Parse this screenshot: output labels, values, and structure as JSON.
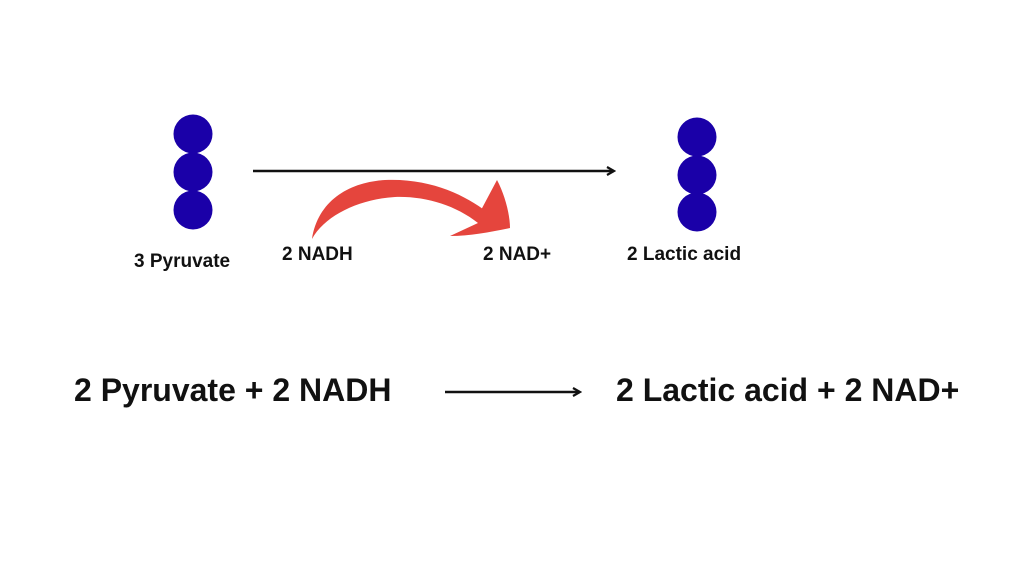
{
  "colors": {
    "molecule": "#1a00a8",
    "arrow": "#111111",
    "cofactor_arrow": "#e5453d",
    "text": "#111111"
  },
  "diagram": {
    "reactant": {
      "label": "3 Pyruvate",
      "carbon_count": 3
    },
    "cofactor_in": {
      "label": "2 NADH"
    },
    "cofactor_out": {
      "label": "2 NAD+"
    },
    "product": {
      "label": "2 Lactic acid",
      "carbon_count": 3
    }
  },
  "equation": {
    "left": "2 Pyruvate + 2 NADH",
    "right": "2 Lactic acid + 2 NAD+"
  }
}
